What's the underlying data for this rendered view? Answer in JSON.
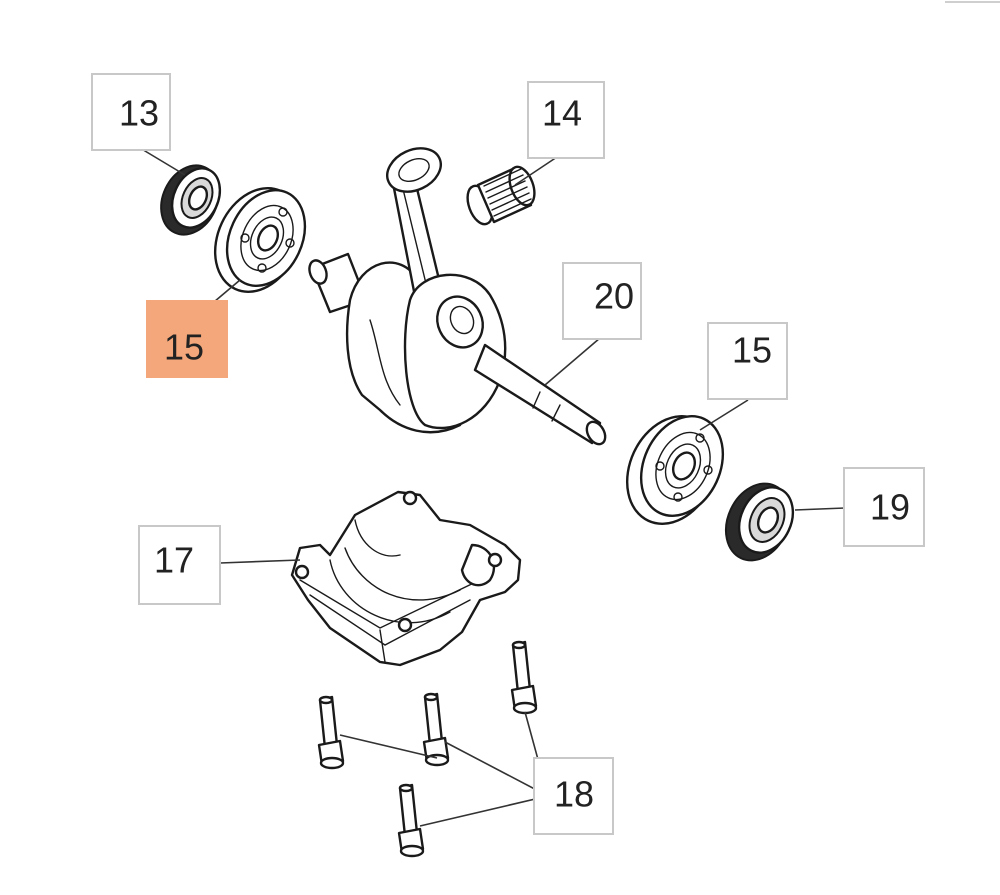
{
  "highlight_color": "#f4a77a",
  "callouts": {
    "c13": "13",
    "c14": "14",
    "c15_left": "15",
    "c20": "20",
    "c15_right": "15",
    "c19": "19",
    "c17": "17",
    "c18": "18"
  },
  "highlighted_callout": "c15_left"
}
